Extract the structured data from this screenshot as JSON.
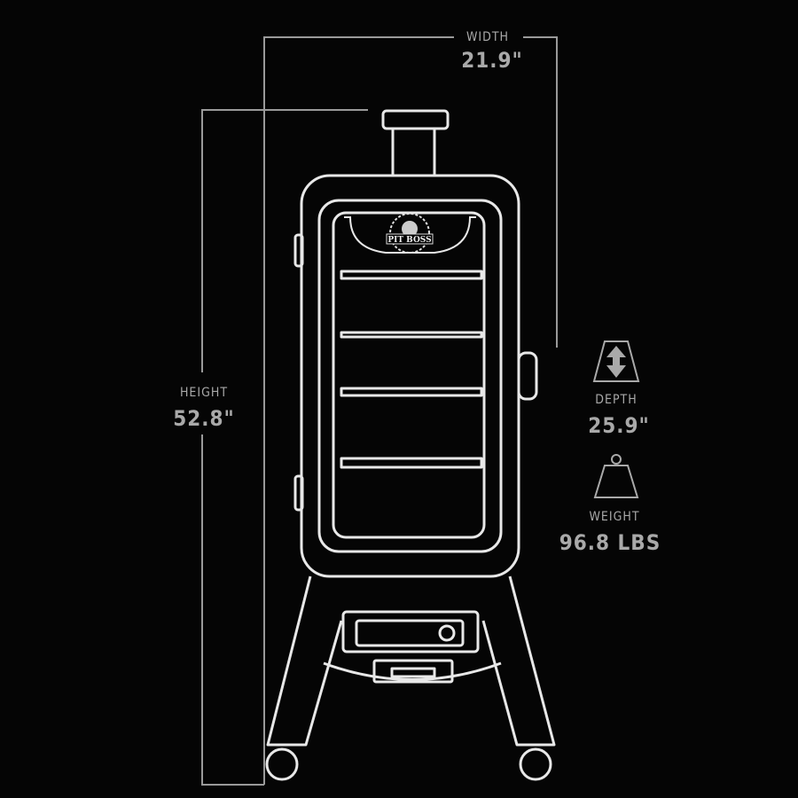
{
  "brand": "PIT BOSS",
  "dimensions": {
    "width": {
      "label": "WIDTH",
      "value": "21.9\""
    },
    "height": {
      "label": "HEIGHT",
      "value": "52.8\""
    },
    "depth": {
      "label": "DEPTH",
      "value": "25.9\""
    },
    "weight": {
      "label": "WEIGHT",
      "value": "96.8 LBS"
    }
  },
  "colors": {
    "background": "#050505",
    "text": "#a9a9a9",
    "outline": "#e8e8e8"
  },
  "icons": {
    "depth": "trapezoid-double-arrow-icon",
    "weight": "weight-icon"
  }
}
